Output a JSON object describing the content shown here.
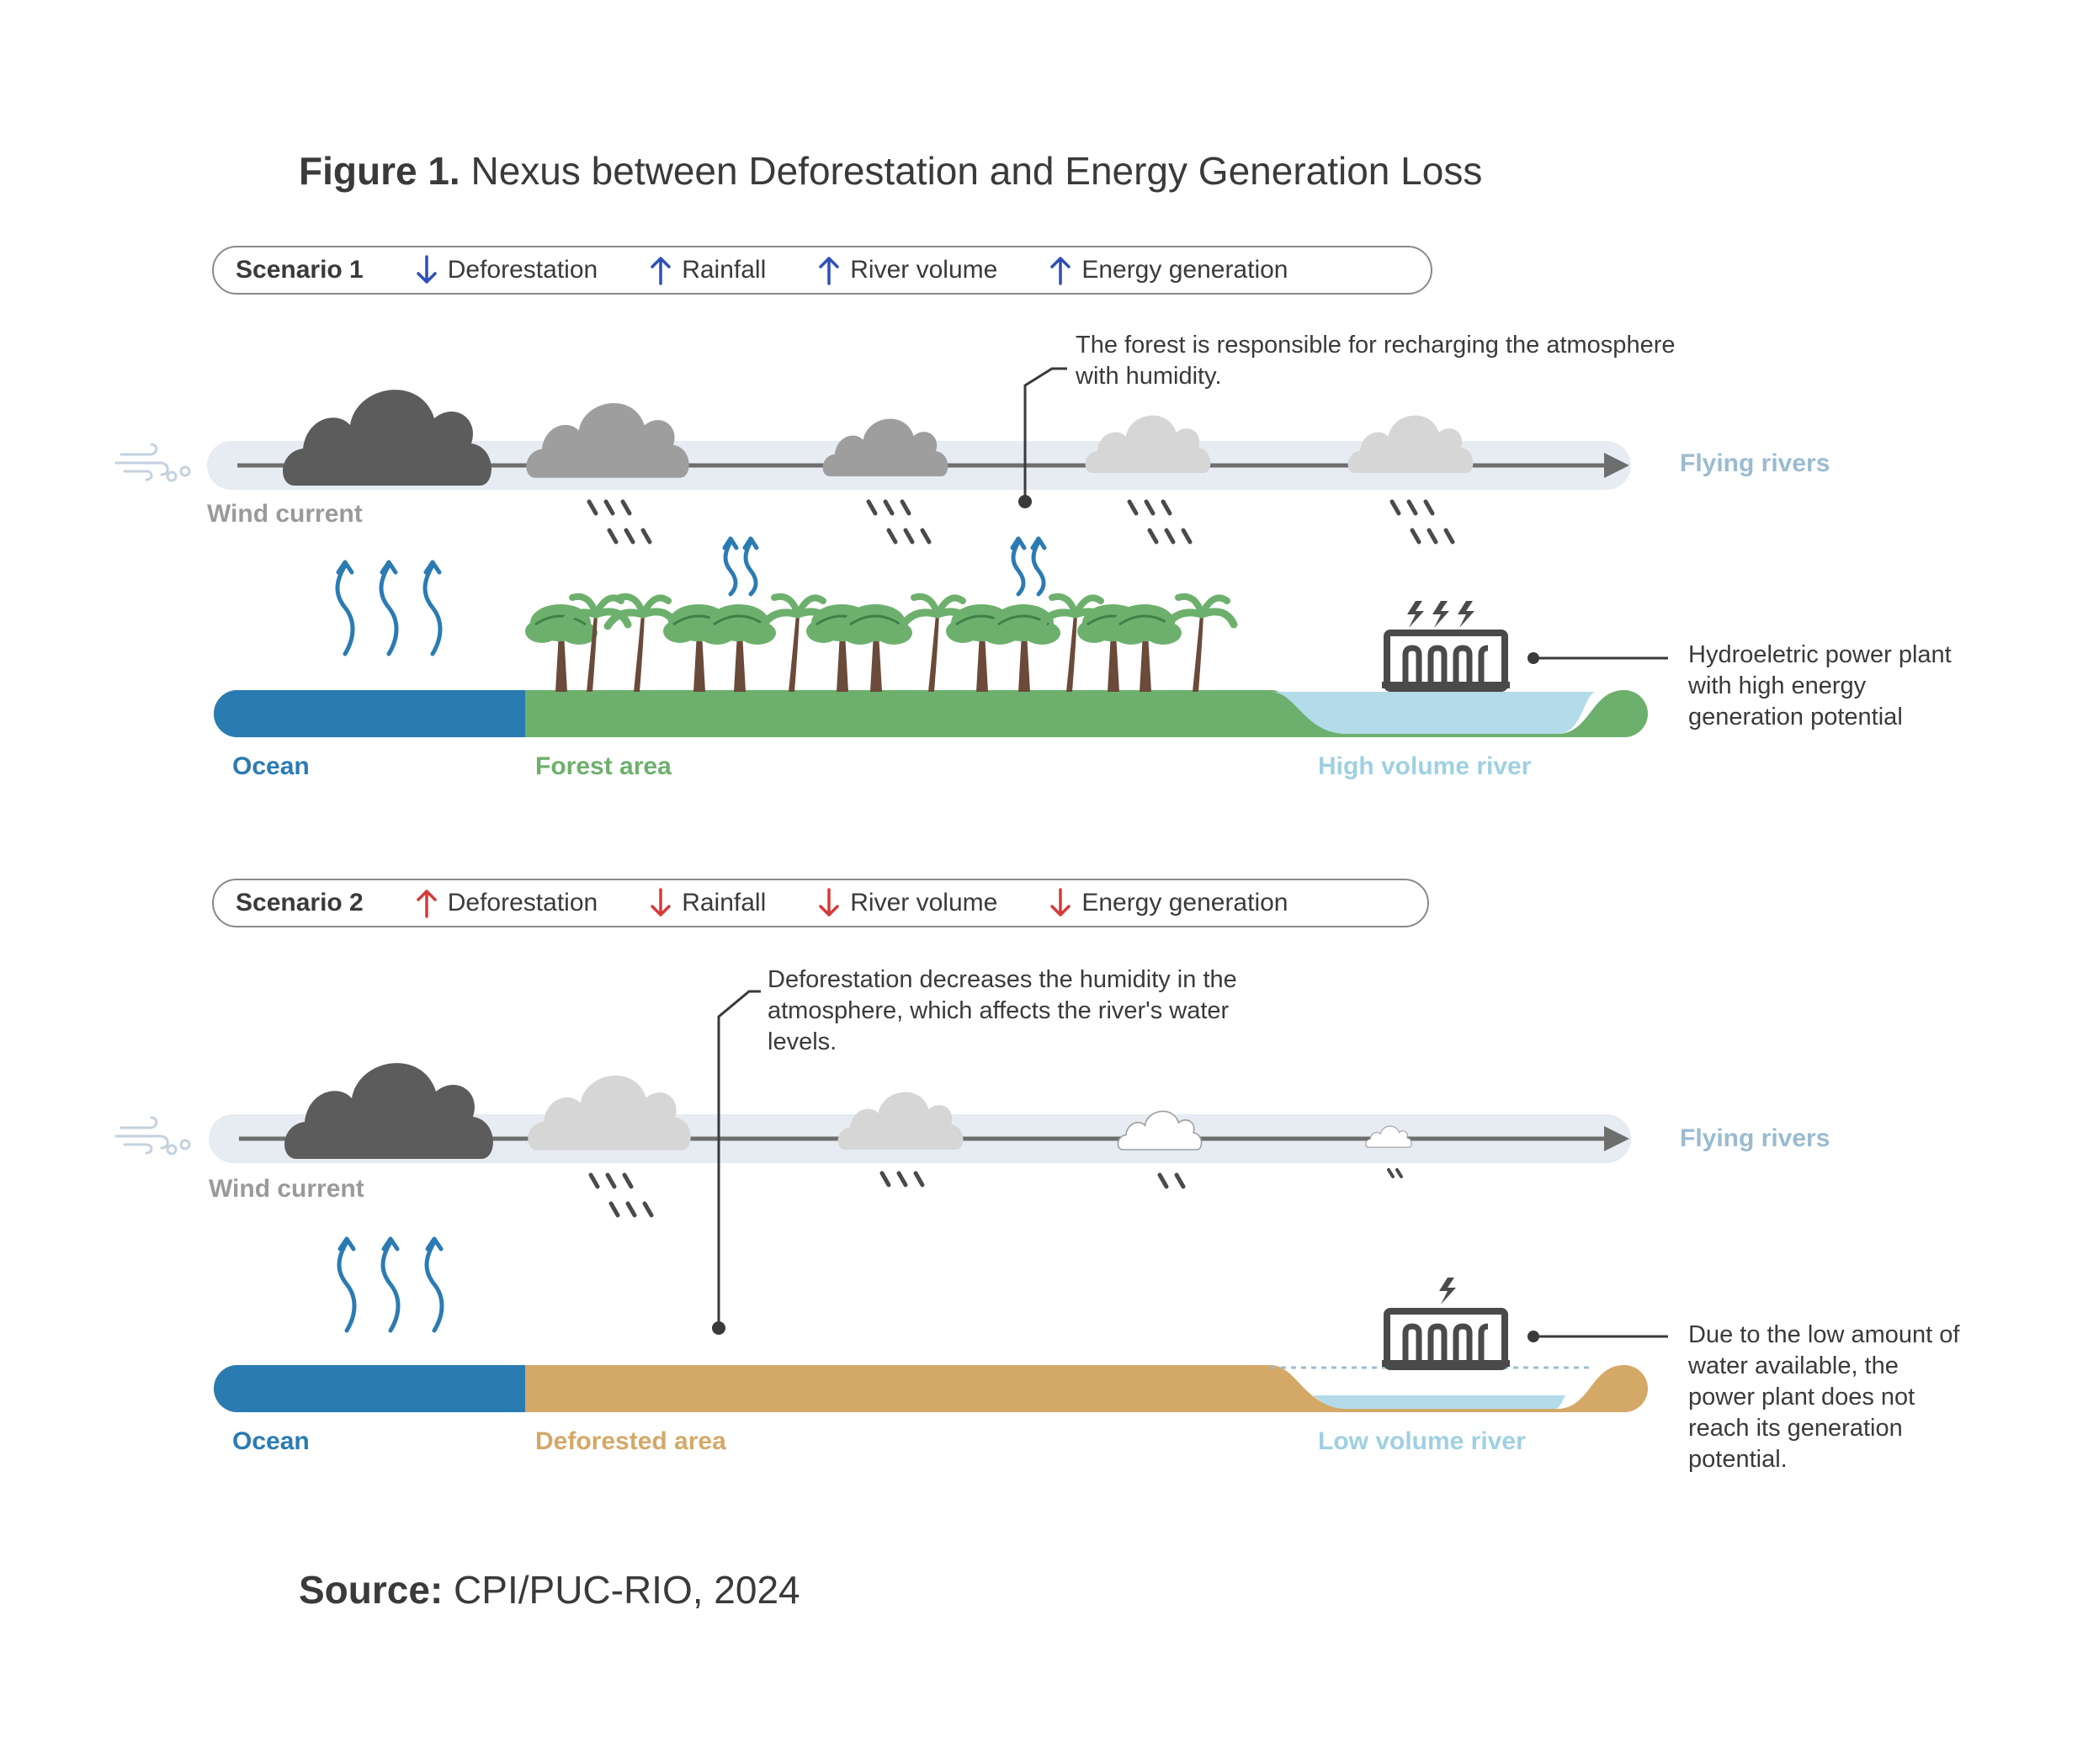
{
  "figure": {
    "title_bold": "Figure 1.",
    "title_rest": " Nexus between Deforestation and Energy Generation Loss"
  },
  "scenario1": {
    "legend": {
      "label": "Scenario 1",
      "items": [
        {
          "label": "Deforestation",
          "direction": "down"
        },
        {
          "label": "Rainfall",
          "direction": "up"
        },
        {
          "label": "River volume",
          "direction": "up"
        },
        {
          "label": "Energy generation",
          "direction": "up"
        }
      ],
      "arrow_color": "#2f4fb8"
    },
    "callout": "The forest is responsible for recharging the atmosphere with humidity.",
    "flying_rivers": "Flying rivers",
    "wind_current": "Wind current",
    "ocean": "Ocean",
    "land": "Forest area",
    "river": "High volume river",
    "plant_note": "Hydroeletric power plant with high energy generation potential"
  },
  "scenario2": {
    "legend": {
      "label": "Scenario 2",
      "items": [
        {
          "label": "Deforestation",
          "direction": "up"
        },
        {
          "label": "Rainfall",
          "direction": "down"
        },
        {
          "label": "River volume",
          "direction": "down"
        },
        {
          "label": "Energy generation",
          "direction": "down"
        }
      ],
      "arrow_color": "#d63a3a"
    },
    "callout": "Deforestation decreases the humidity in the atmosphere, which affects the river's water levels.",
    "flying_rivers": "Flying rivers",
    "wind_current": "Wind current",
    "ocean": "Ocean",
    "land": "Deforested area",
    "river": "Low volume river",
    "plant_note": "Due to the low amount of water available, the power plant does not reach its generation potential."
  },
  "source": {
    "bold": "Source:",
    "rest": " CPI/PUC-RIO, 2024"
  },
  "colors": {
    "ocean": "#2b7bb3",
    "forest": "#6db06d",
    "deforested": "#d4a867",
    "river_high": "#b3dbe9",
    "river_low": "#b3dbe9",
    "band": "#e6ecf2",
    "flying_rivers_text": "#9bbbd0",
    "wind_text": "#9a9a9a",
    "humidity_arrows": "#2b7bb3",
    "tree_trunk": "#6b4a3a",
    "tree_leaf": "#6db06d",
    "dark_cloud": "#5c5c5c",
    "mid_cloud": "#9e9e9e",
    "light_cloud": "#d6d6d6"
  }
}
